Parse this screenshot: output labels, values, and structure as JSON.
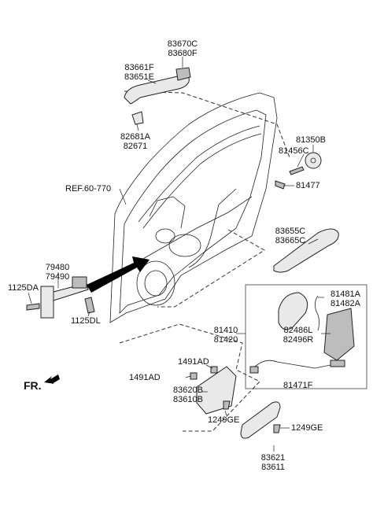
{
  "labels": {
    "l_83670C": "83670C",
    "l_83680F": "83680F",
    "l_83661F": "83661F",
    "l_83651E": "83651E",
    "l_82681A": "82681A",
    "l_82671": "82671",
    "l_81350B": "81350B",
    "l_81456C": "81456C",
    "l_81477": "81477",
    "l_ref": "REF.60-770",
    "l_83655C": "83655C",
    "l_83665C": "83665C",
    "l_79480": "79480",
    "l_79490": "79490",
    "l_1125DA": "1125DA",
    "l_1125DL": "1125DL",
    "l_81481A": "81481A",
    "l_81482A": "81482A",
    "l_81410": "81410",
    "l_81420": "81420",
    "l_82486L": "82486L",
    "l_82496R": "82496R",
    "l_81471F": "81471F",
    "l_1491AD_a": "1491AD",
    "l_1491AD_b": "1491AD",
    "l_83620B": "83620B",
    "l_83610B": "83610B",
    "l_1249GE_a": "1249GE",
    "l_1249GE_b": "1249GE",
    "l_83621": "83621",
    "l_83611": "83611",
    "fr": "FR."
  }
}
